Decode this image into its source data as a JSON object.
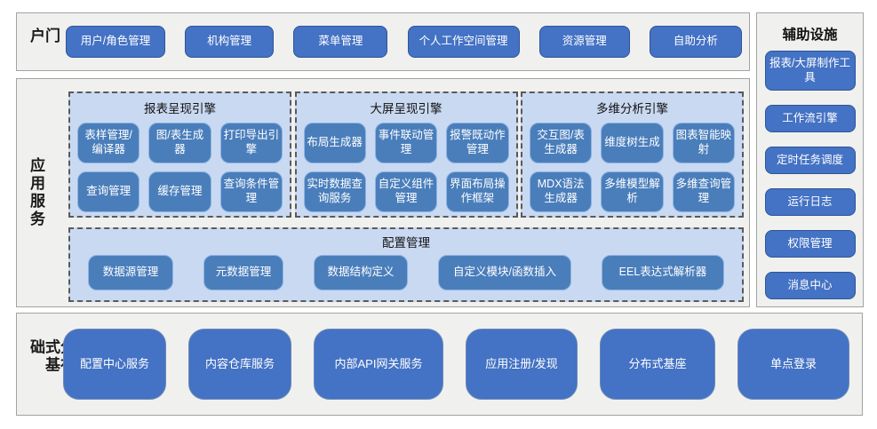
{
  "colors": {
    "button_blue": "#4472c4",
    "inner_button_blue": "#4a7ebb",
    "dashed_box_fill": "#c9d9f1",
    "panel_fill": "#f0f0ee"
  },
  "portal": {
    "label": "门户",
    "items": [
      "用户/角色管理",
      "机构管理",
      "菜单管理",
      "个人工作空间管理",
      "资源管理",
      "自助分析"
    ]
  },
  "app_services": {
    "label": "应用服务",
    "engines": [
      {
        "title": "报表呈现引擎",
        "items": [
          "表样管理/编译器",
          "图/表生成器",
          "打印导出引擎",
          "查询管理",
          "缓存管理",
          "查询条件管理"
        ]
      },
      {
        "title": "大屏呈现引擎",
        "items": [
          "布局生成器",
          "事件联动管理",
          "报警既动作管理",
          "实时数据查询服务",
          "自定义组件管理",
          "界面布局操作框架"
        ]
      },
      {
        "title": "多维分析引擎",
        "items": [
          "交互图/表生成器",
          "维度树生成",
          "图表智能映射",
          "MDX语法生成器",
          "多维模型解析",
          "多维查询管理"
        ]
      }
    ],
    "config": {
      "title": "配置管理",
      "items": [
        "数据源管理",
        "元数据管理",
        "数据结构定义",
        "自定义模块/函数插入",
        "EEL表达式解析器"
      ]
    }
  },
  "auxiliary": {
    "title": "辅助设施",
    "items": [
      "报表/大屏制作工具",
      "工作流引擎",
      "定时任务调度",
      "运行日志",
      "权限管理",
      "消息中心"
    ]
  },
  "distributed": {
    "label": "分布式基础",
    "items": [
      "配置中心服务",
      "内容仓库服务",
      "内部API网关服务",
      "应用注册/发现",
      "分布式基座",
      "单点登录"
    ]
  }
}
